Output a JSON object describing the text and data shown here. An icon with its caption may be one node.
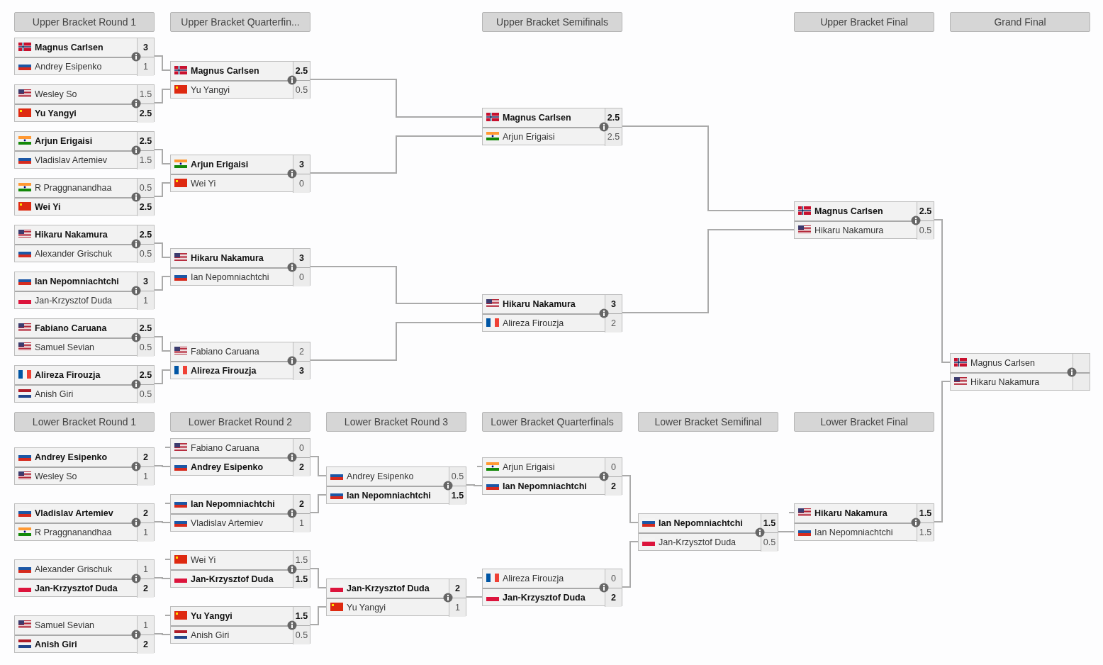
{
  "diagram": {
    "nodes": [
      {
        "text": [
          "Upper Bracket Round 1"
        ]
      },
      {
        "text": [
          "Upper Bracket Quarterfin..."
        ]
      },
      {
        "text": [
          "Upper Bracket Semifinals"
        ]
      },
      {
        "text": [
          "Upper Bracket Final"
        ]
      },
      {
        "text": [
          "Grand Final"
        ]
      },
      {
        "text": [
          "**Magnus Carlsen**",
          "**3**",
          "Andrey Esipenko",
          "1"
        ]
      },
      {
        "text": [
          "Wesley So",
          "1.5",
          "**Yu Yangyi**",
          "**2.5**"
        ]
      },
      {
        "text": [
          "**Arjun Erigaisi**",
          "**2.5**",
          "Vladislav Artemiev",
          "1.5"
        ]
      },
      {
        "text": [
          "R Praggnanandhaa",
          "0.5",
          "**Wei Yi**",
          "**2.5**"
        ]
      },
      {
        "text": [
          "**Hikaru Nakamura**",
          "**2.5**",
          "Alexander Grischuk",
          "0.5"
        ]
      },
      {
        "text": [
          "**Ian Nepomniachtchi**",
          "**3**",
          "Jan-Krzysztof Duda",
          "1"
        ]
      },
      {
        "text": [
          "**Fabiano Caruana**",
          "**2.5**",
          "Samuel Sevian",
          "0.5"
        ]
      },
      {
        "text": [
          "**Alireza Firouzja**",
          "**2.5**",
          "Anish Giri",
          "0.5"
        ]
      },
      {
        "text": [
          "**Magnus Carlsen**",
          "**2.5**",
          "Yu Yangyi",
          "0.5"
        ]
      },
      {
        "text": [
          "**Arjun Erigaisi**",
          "**3**",
          "Wei Yi",
          "0"
        ]
      },
      {
        "text": [
          "**Hikaru Nakamura**",
          "**3**",
          "Ian Nepomniachtchi",
          "0"
        ]
      },
      {
        "text": [
          "Fabiano Caruana",
          "2",
          "**Alireza Firouzja**",
          "**3**"
        ]
      },
      {
        "text": [
          "**Magnus Carlsen**",
          "**2.5**",
          "Arjun Erigaisi",
          "2.5"
        ]
      },
      {
        "text": [
          "**Hikaru Nakamura**",
          "**3**",
          "Alireza Firouzja",
          "2"
        ]
      },
      {
        "text": [
          "**Magnus Carlsen**",
          "**2.5**",
          "Hikaru Nakamura",
          "0.5"
        ]
      },
      {
        "text": [
          "Magnus Carlsen",
          "Hikaru Nakamura"
        ]
      },
      {
        "text": [
          "Lower Bracket Round 1"
        ]
      },
      {
        "text": [
          "Lower Bracket Round 2"
        ]
      },
      {
        "text": [
          "Lower Bracket Round 3"
        ]
      },
      {
        "text": [
          "Lower Bracket Quarterfinals"
        ]
      },
      {
        "text": [
          "Lower Bracket Semifinal"
        ]
      },
      {
        "text": [
          "Lower Bracket Final"
        ]
      },
      {
        "text": [
          "**Andrey Esipenko**",
          "**2**",
          "Wesley So",
          "1"
        ]
      },
      {
        "text": [
          "**Vladislav Artemiev**",
          "**2**",
          "R Praggnanandhaa",
          "1"
        ]
      },
      {
        "text": [
          "Alexander Grischuk",
          "1",
          "**Jan-Krzysztof Duda**",
          "**2**"
        ]
      },
      {
        "text": [
          "Samuel Sevian",
          "1",
          "**Anish Giri**",
          "**2**"
        ]
      },
      {
        "text": [
          "Fabiano Caruana",
          "0",
          "**Andrey Esipenko**",
          "**2**"
        ]
      },
      {
        "text": [
          "**Ian Nepomniachtchi**",
          "**2**",
          "Vladislav Artemiev",
          "1"
        ]
      },
      {
        "text": [
          "Wei Yi",
          "1.5",
          "**Jan-Krzysztof Duda**",
          "**1.5**"
        ]
      },
      {
        "text": [
          "**Yu Yangyi**",
          "**1.5**",
          "Anish Giri",
          "0.5"
        ]
      },
      {
        "text": [
          "Andrey Esipenko",
          "0.5",
          "**Ian Nepomniachtchi**",
          "**1.5**"
        ]
      },
      {
        "text": [
          "**Jan-Krzysztof Duda**",
          "**2**",
          "Yu Yangyi",
          "1"
        ]
      },
      {
        "text": [
          "Arjun Erigaisi",
          "0",
          "**Ian Nepomniachtchi**",
          "**2**"
        ]
      },
      {
        "text": [
          "Alireza Firouzja",
          "0",
          "**Jan-Krzysztof Duda**",
          "**2**"
        ]
      },
      {
        "text": [
          "**Ian Nepomniachtchi**",
          "**1.5**",
          "Jan-Krzysztof Duda",
          "0.5"
        ]
      },
      {
        "text": [
          "**Hikaru Nakamura**",
          "**1.5**",
          "Ian Nepomniachtchi",
          "1.5"
        ]
      }
    ],
    "edges": [
      {
        "from": 5,
        "to": 13,
        "arrow": "none"
      },
      {
        "from": 6,
        "to": 13,
        "arrow": "none"
      },
      {
        "from": 7,
        "to": 14,
        "arrow": "none"
      },
      {
        "from": 8,
        "to": 14,
        "arrow": "none"
      },
      {
        "from": 9,
        "to": 15,
        "arrow": "none"
      },
      {
        "from": 10,
        "to": 15,
        "arrow": "none"
      },
      {
        "from": 11,
        "to": 16,
        "arrow": "none"
      },
      {
        "from": 12,
        "to": 16,
        "arrow": "none"
      },
      {
        "from": 13,
        "to": 17,
        "arrow": "none"
      },
      {
        "from": 14,
        "to": 17,
        "arrow": "none"
      },
      {
        "from": 15,
        "to": 18,
        "arrow": "none"
      },
      {
        "from": 16,
        "to": 18,
        "arrow": "none"
      },
      {
        "from": 17,
        "to": 19,
        "arrow": "none"
      },
      {
        "from": 18,
        "to": 19,
        "arrow": "none"
      },
      {
        "from": 19,
        "to": 20,
        "arrow": "none"
      },
      {
        "from": 40,
        "to": 20,
        "arrow": "none"
      },
      {
        "from": null,
        "to": 31,
        "arrow": "none"
      },
      {
        "from": 27,
        "to": 31,
        "arrow": "none"
      },
      {
        "from": null,
        "to": 32,
        "arrow": "none"
      },
      {
        "from": 28,
        "to": 32,
        "arrow": "none"
      },
      {
        "from": null,
        "to": 33,
        "arrow": "none"
      },
      {
        "from": 29,
        "to": 33,
        "arrow": "none"
      },
      {
        "from": null,
        "to": 34,
        "arrow": "none"
      },
      {
        "from": 30,
        "to": 34,
        "arrow": "none"
      },
      {
        "from": 31,
        "to": 35,
        "arrow": "none"
      },
      {
        "from": 32,
        "to": 35,
        "arrow": "none"
      },
      {
        "from": 33,
        "to": 36,
        "arrow": "none"
      },
      {
        "from": 34,
        "to": 36,
        "arrow": "none"
      },
      {
        "from": null,
        "to": 37,
        "arrow": "none"
      },
      {
        "from": 35,
        "to": 37,
        "arrow": "none"
      },
      {
        "from": null,
        "to": 38,
        "arrow": "none"
      },
      {
        "from": 36,
        "to": 38,
        "arrow": "none"
      },
      {
        "from": 37,
        "to": 39,
        "arrow": "none"
      },
      {
        "from": 38,
        "to": 39,
        "arrow": "none"
      },
      {
        "from": null,
        "to": 40,
        "arrow": "none"
      },
      {
        "from": 39,
        "to": 40,
        "arrow": "none"
      }
    ]
  }
}
